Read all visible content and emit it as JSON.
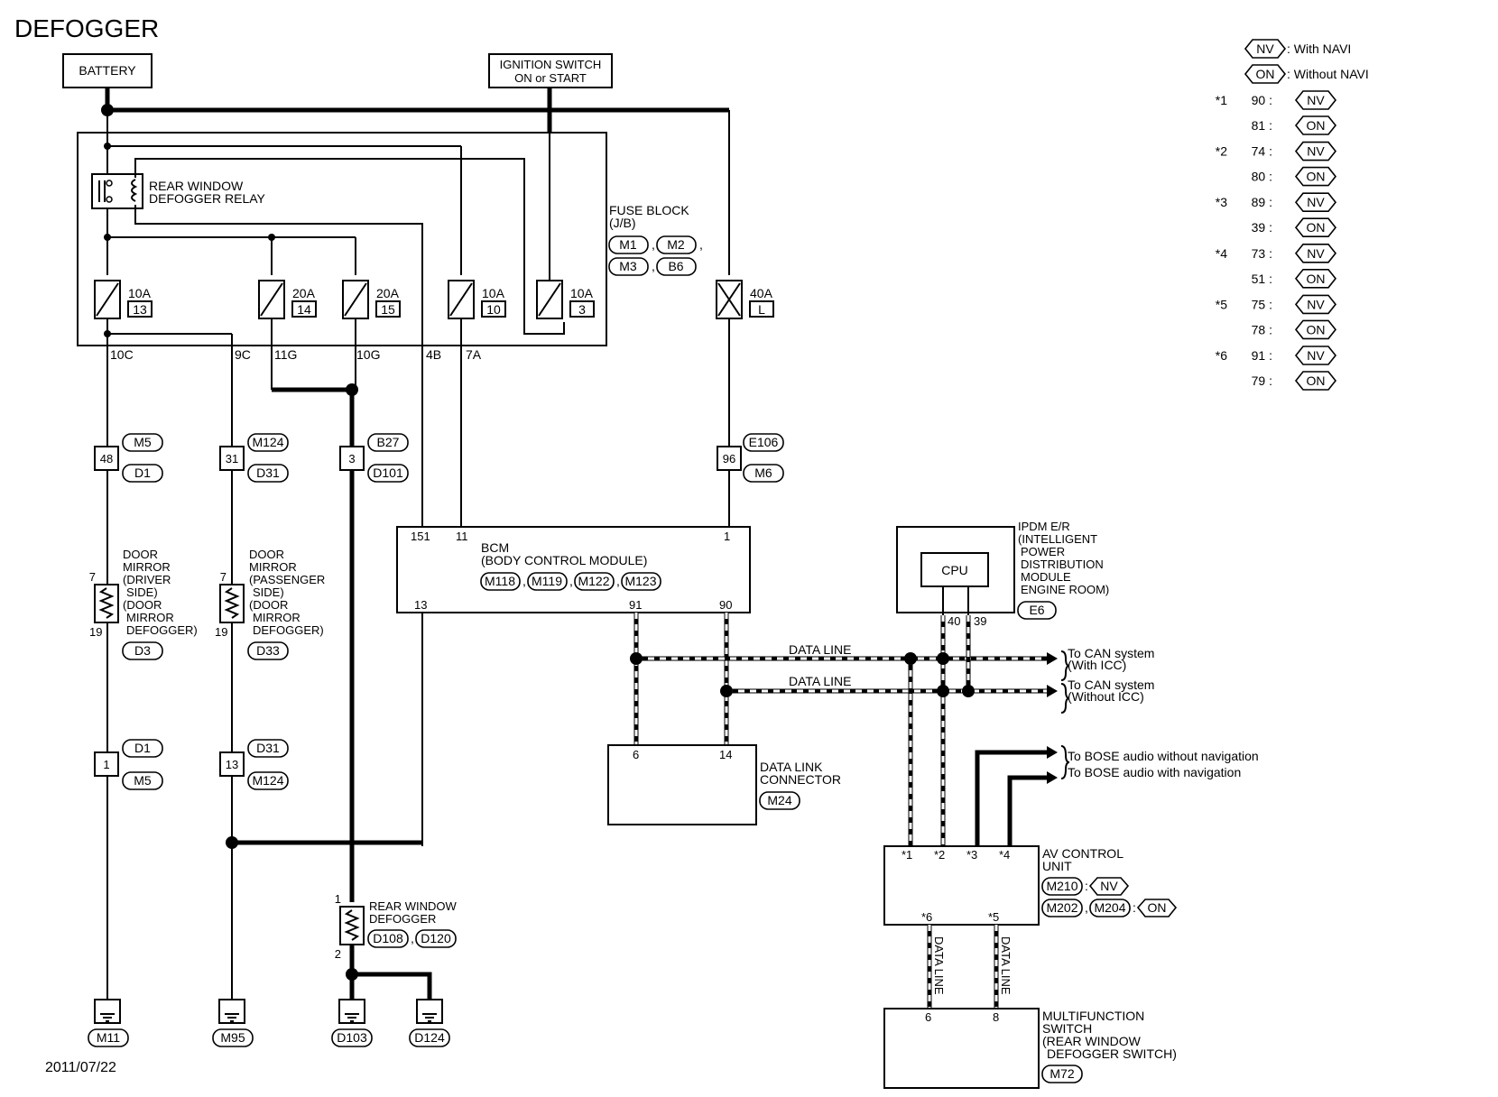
{
  "title": "DEFOGGER",
  "date": "2011/07/22",
  "battery": "BATTERY",
  "ignition": [
    "IGNITION SWITCH",
    "ON or START"
  ],
  "relay": [
    "REAR WINDOW",
    "DEFOGGER RELAY"
  ],
  "fuse_block": {
    "label": [
      "FUSE BLOCK",
      "(J/B)"
    ],
    "connectors": [
      "M1",
      "M2",
      "M3",
      "B6"
    ],
    "fuses": [
      {
        "amp": "10A",
        "num": "13"
      },
      {
        "amp": "20A",
        "num": "14"
      },
      {
        "amp": "20A",
        "num": "15"
      },
      {
        "amp": "10A",
        "num": "10"
      },
      {
        "amp": "10A",
        "num": "3"
      }
    ],
    "fusible_link": {
      "amp": "40A",
      "num": "L"
    },
    "terminals": [
      "10C",
      "9C",
      "11G",
      "10G",
      "4B",
      "7A"
    ]
  },
  "harness_connectors": [
    {
      "pin": "48",
      "top": "M5",
      "bottom": "D1"
    },
    {
      "pin": "31",
      "top": "M124",
      "bottom": "D31"
    },
    {
      "pin": "3",
      "top": "B27",
      "bottom": "D101"
    },
    {
      "pin": "96",
      "top": "E106",
      "bottom": "M6"
    },
    {
      "pin": "1",
      "top": "D1",
      "bottom": "M5"
    },
    {
      "pin": "13",
      "top": "D31",
      "bottom": "M124"
    }
  ],
  "mirror_driver": {
    "label": [
      "DOOR",
      "MIRROR",
      "(DRIVER",
      "SIDE)",
      "(DOOR",
      "MIRROR",
      "DEFOGGER)"
    ],
    "connector": "D3",
    "pin_top": "7",
    "pin_bottom": "19"
  },
  "mirror_passenger": {
    "label": [
      "DOOR",
      "MIRROR",
      "(PASSENGER",
      "SIDE)",
      "(DOOR",
      "MIRROR",
      "DEFOGGER)"
    ],
    "connector": "D33",
    "pin_top": "7",
    "pin_bottom": "19"
  },
  "bcm": {
    "label": [
      "BCM",
      "(BODY CONTROL MODULE)"
    ],
    "connectors": [
      "M118",
      "M119",
      "M122",
      "M123"
    ],
    "pins": [
      "151",
      "11",
      "1",
      "13",
      "91",
      "90"
    ]
  },
  "ipdm": {
    "label": [
      "IPDM E/R",
      "(INTELLIGENT",
      "POWER",
      "DISTRIBUTION",
      "MODULE",
      "ENGINE ROOM)"
    ],
    "cpu": "CPU",
    "connector": "E6",
    "pins": [
      "40",
      "39"
    ]
  },
  "data_line": "DATA LINE",
  "can": [
    [
      "To CAN system",
      "(With ICC)"
    ],
    [
      "To CAN system",
      "(Without ICC)"
    ]
  ],
  "bose": [
    "To BOSE audio without navigation",
    "To BOSE audio with navigation"
  ],
  "dlc": {
    "label": [
      "DATA LINK",
      "CONNECTOR"
    ],
    "connector": "M24",
    "pins": [
      "6",
      "14"
    ]
  },
  "av": {
    "label": [
      "AV CONTROL",
      "UNIT"
    ],
    "conn_nv": "M210",
    "conn_on": [
      "M202",
      "M204"
    ],
    "pins": [
      "*1",
      "*2",
      "*3",
      "*4",
      "*6",
      "*5"
    ]
  },
  "multifunction": {
    "label": [
      "MULTIFUNCTION",
      "SWITCH",
      "(REAR WINDOW",
      "DEFOGGER SWITCH)"
    ],
    "connector": "M72",
    "pins": [
      "6",
      "8"
    ]
  },
  "rear_defogger": {
    "label": [
      "REAR WINDOW",
      "DEFOGGER"
    ],
    "connectors": [
      "D108",
      "D120"
    ],
    "pin_top": "1",
    "pin_bottom": "2"
  },
  "grounds": [
    "M11",
    "M95",
    "D103",
    "D124"
  ],
  "legend": {
    "nv": {
      "code": "NV",
      "text": ": With NAVI"
    },
    "on": {
      "code": "ON",
      "text": ": Without NAVI"
    },
    "rows": [
      {
        "star": "*1",
        "nv": "90",
        "on": "81"
      },
      {
        "star": "*2",
        "nv": "74",
        "on": "80"
      },
      {
        "star": "*3",
        "nv": "89",
        "on": "39"
      },
      {
        "star": "*4",
        "nv": "73",
        "on": "51"
      },
      {
        "star": "*5",
        "nv": "75",
        "on": "78"
      },
      {
        "star": "*6",
        "nv": "91",
        "on": "79"
      }
    ]
  }
}
